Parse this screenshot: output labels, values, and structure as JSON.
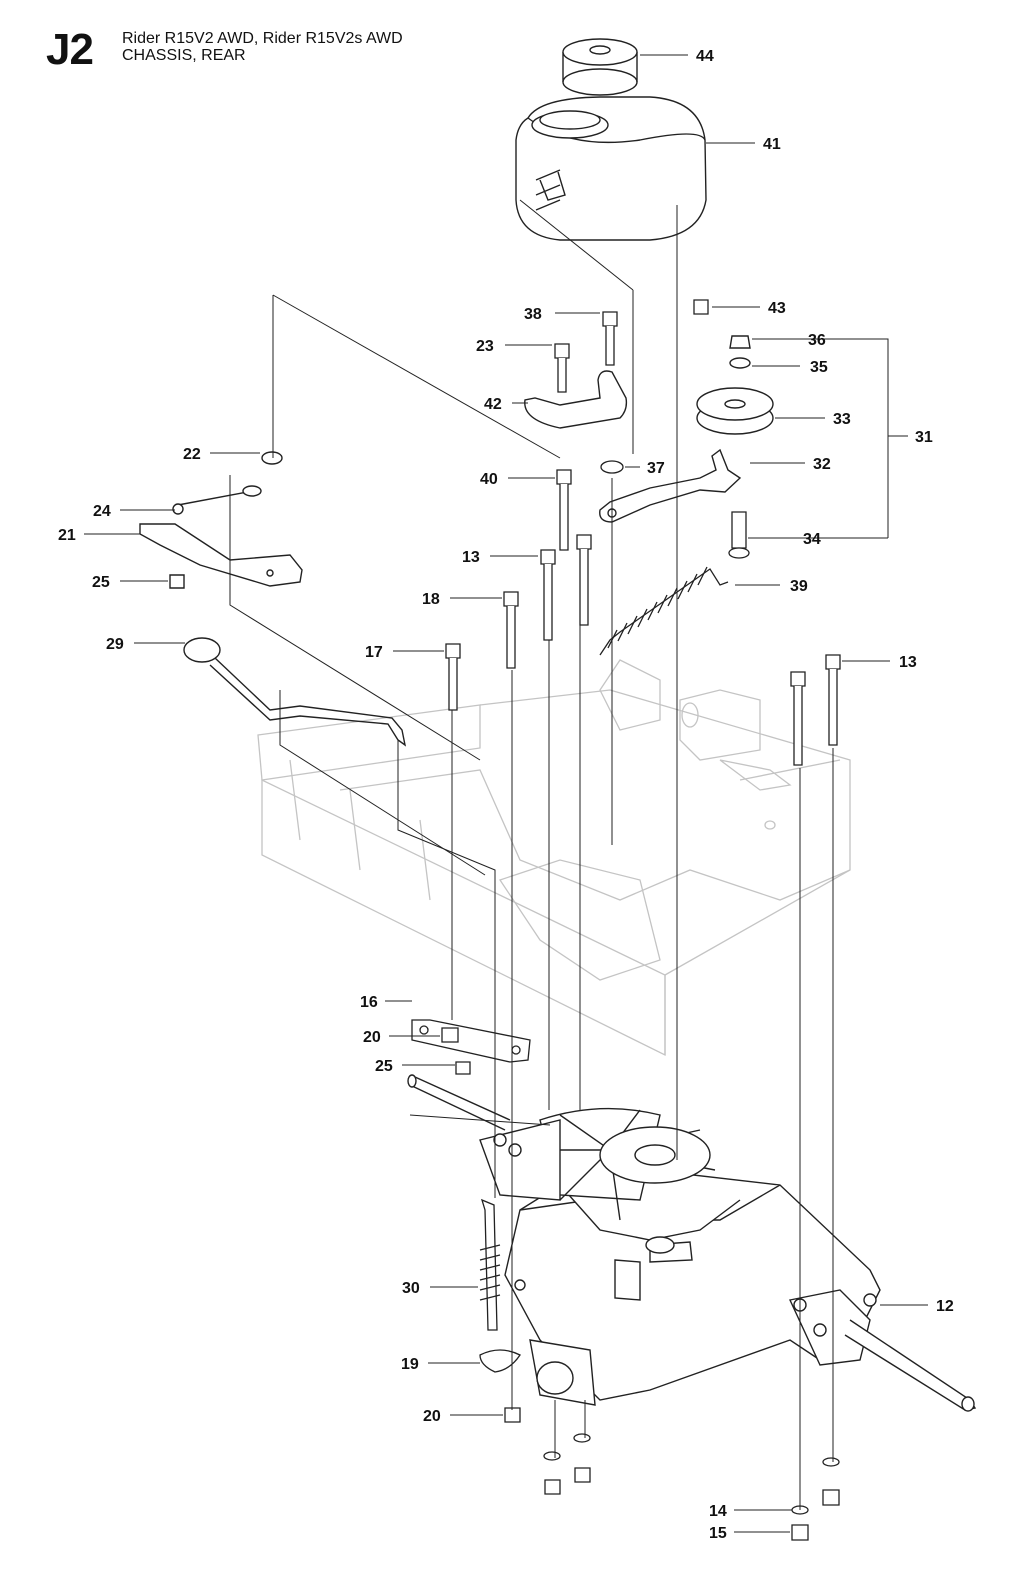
{
  "header": {
    "code": "J2",
    "model_line": "Rider R15V2 AWD, Rider R15V2s AWD",
    "section_line": "CHASSIS, REAR"
  },
  "callouts": {
    "p44": "44",
    "p41": "41",
    "p43": "43",
    "p38": "38",
    "p23": "23",
    "p36": "36",
    "p35": "35",
    "p42": "42",
    "p33": "33",
    "p31": "31",
    "p22": "22",
    "p37": "37",
    "p32": "32",
    "p40": "40",
    "p24": "24",
    "p21": "21",
    "p34": "34",
    "p13a": "13",
    "p25a": "25",
    "p39": "39",
    "p18": "18",
    "p29": "29",
    "p17": "17",
    "p13b": "13",
    "p16": "16",
    "p20a": "20",
    "p25b": "25",
    "p30": "30",
    "p12": "12",
    "p19": "19",
    "p20b": "20",
    "p14": "14",
    "p15": "15"
  },
  "colors": {
    "line": "#222222",
    "faint": "#c4c4c4",
    "paper": "#ffffff"
  }
}
